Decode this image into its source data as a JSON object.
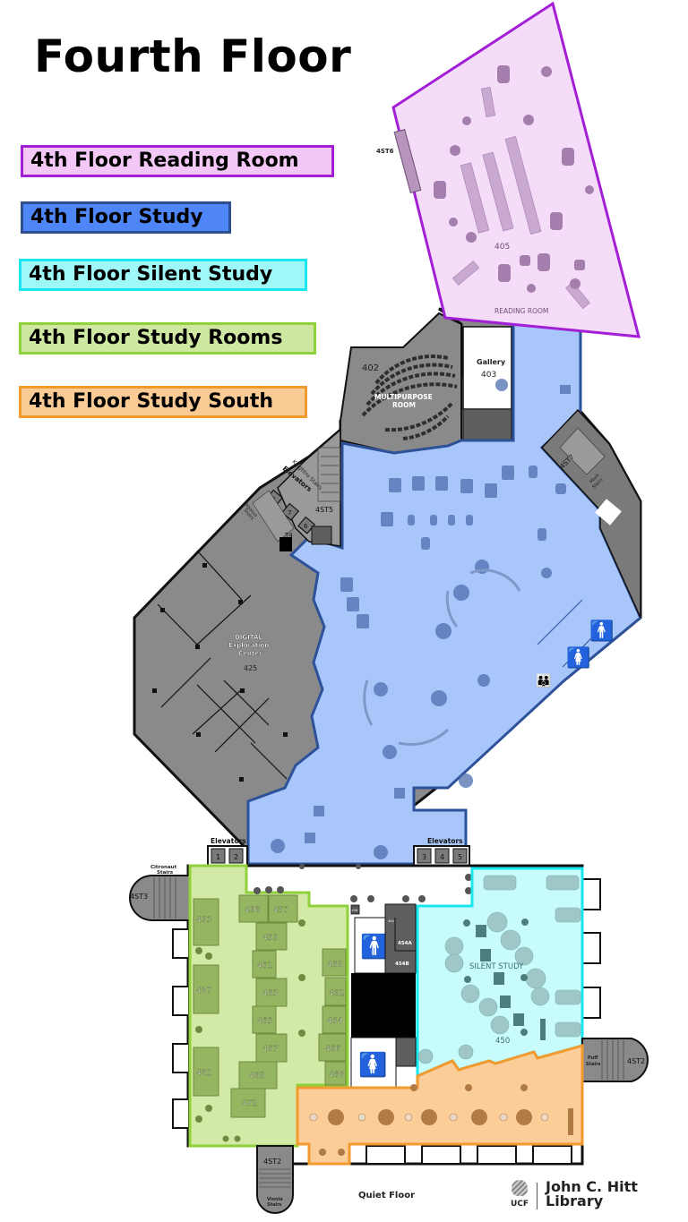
{
  "page": {
    "title": "Fourth Floor",
    "footer_note": "Quiet Floor"
  },
  "legend": [
    {
      "label": "4th Floor Reading Room",
      "fill": "#f3c8f7",
      "border": "#a31fd6"
    },
    {
      "label": "4th Floor Study",
      "fill": "#4f86f7",
      "border": "#2d4f8f"
    },
    {
      "label": "4th Floor Silent Study",
      "fill": "#9ff8f8",
      "border": "#19e7ef"
    },
    {
      "label": "4th Floor Study Rooms",
      "fill": "#cfe8a1",
      "border": "#8fd13a"
    },
    {
      "label": "4th Floor Study South",
      "fill": "#fbcb95",
      "border": "#f39a2e"
    }
  ],
  "zones": {
    "reading_room": {
      "number": "405",
      "label": "READING ROOM",
      "fill": "#f5ddfa",
      "border": "#a31fd6"
    },
    "study": {
      "fill": "#a9c6fa",
      "border": "#2d5299"
    },
    "silent_study": {
      "number": "450",
      "label": "SILENT STUDY",
      "fill": "#c8fbfb",
      "border": "#19e7ef"
    },
    "study_rooms": {
      "fill": "#d3eaa7",
      "border": "#8fd13a"
    },
    "study_south": {
      "fill": "#fbcd99",
      "border": "#f39a2e"
    }
  },
  "rooms": {
    "multipurpose": {
      "number": "402",
      "label_line1": "MULTIPURPOSE",
      "label_line2": "ROOM"
    },
    "gallery": {
      "label": "Gallery",
      "number": "403"
    },
    "digital_center": {
      "line1": "DIGITAL",
      "line2": "Exploration",
      "line3": "Center",
      "number": "425"
    },
    "restroom_small": {
      "a": "456",
      "b": "454",
      "c": "454A",
      "d": "454B"
    },
    "study_room_numbers": [
      "493",
      "487",
      "481",
      "496",
      "457",
      "459",
      "461",
      "463",
      "465",
      "467",
      "469",
      "471",
      "460",
      "462",
      "464",
      "466",
      "468"
    ]
  },
  "stairs": {
    "st6": "4ST6",
    "st5": "4ST5",
    "st7": "4ST7",
    "st3": "4ST3",
    "st2_east": "4ST2",
    "st2_south": "4ST2",
    "t4": "T4",
    "knightro": "Knightro Stairs",
    "pegasus_1": "Pegasus",
    "pegasus_2": "Stairs",
    "mack_1": "Mack",
    "mack_2": "Stairs",
    "citronaut_1": "Citronaut",
    "citronaut_2": "Stairs",
    "puff_1": "Puff",
    "puff_2": "Stairs",
    "vinnie_1": "Vinnie",
    "vinnie_2": "Stairs"
  },
  "elevators": {
    "north_label": "Elevators",
    "north": [
      "8",
      "7",
      "6"
    ],
    "west_label": "Elevators",
    "west": [
      "1",
      "2"
    ],
    "east_label": "Elevators",
    "east": [
      "3",
      "4",
      "5"
    ]
  },
  "logo": {
    "org": "UCF",
    "name_line1": "John C. Hitt",
    "name_line2": "Library"
  }
}
